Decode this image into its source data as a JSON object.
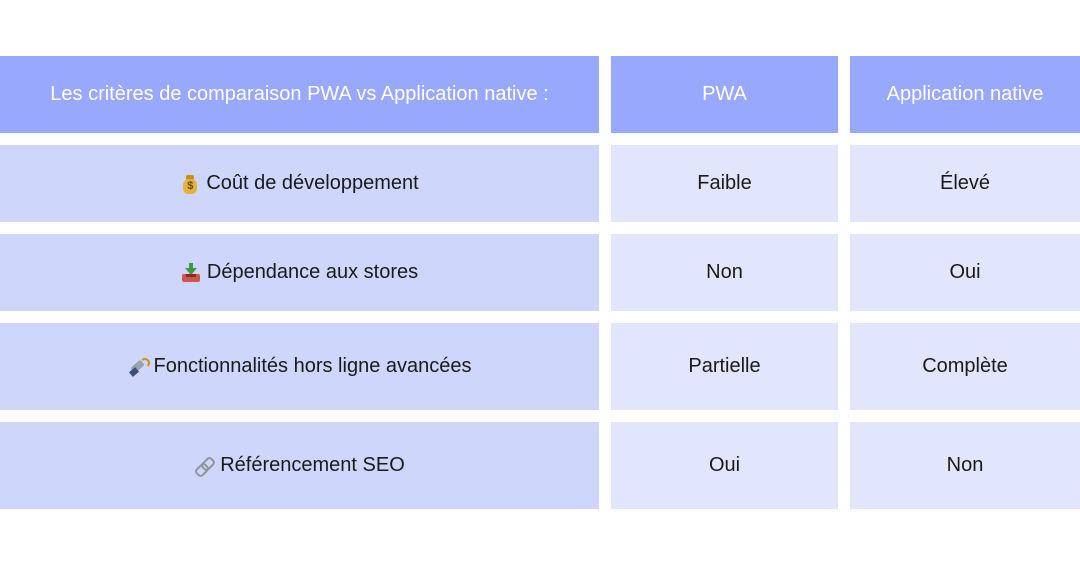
{
  "table": {
    "headers": [
      "Les critères de comparaison PWA vs Application native :",
      "PWA",
      "Application native"
    ],
    "rows": [
      {
        "icon": "money-bag-icon",
        "criterion": "Coût de développement",
        "pwa": "Faible",
        "native": "Élevé"
      },
      {
        "icon": "inbox-icon",
        "criterion": "Dépendance aux stores",
        "pwa": "Non",
        "native": "Oui"
      },
      {
        "icon": "satellite-icon",
        "criterion": "Fonctionnalités hors ligne avancées",
        "pwa": "Partielle",
        "native": "Complète"
      },
      {
        "icon": "link-icon",
        "criterion": "Référencement SEO",
        "pwa": "Oui",
        "native": "Non"
      }
    ]
  },
  "colors": {
    "header_bg": "#98a8fc",
    "criterion_bg": "#ced6fc",
    "value_bg": "#e2e6fd"
  }
}
